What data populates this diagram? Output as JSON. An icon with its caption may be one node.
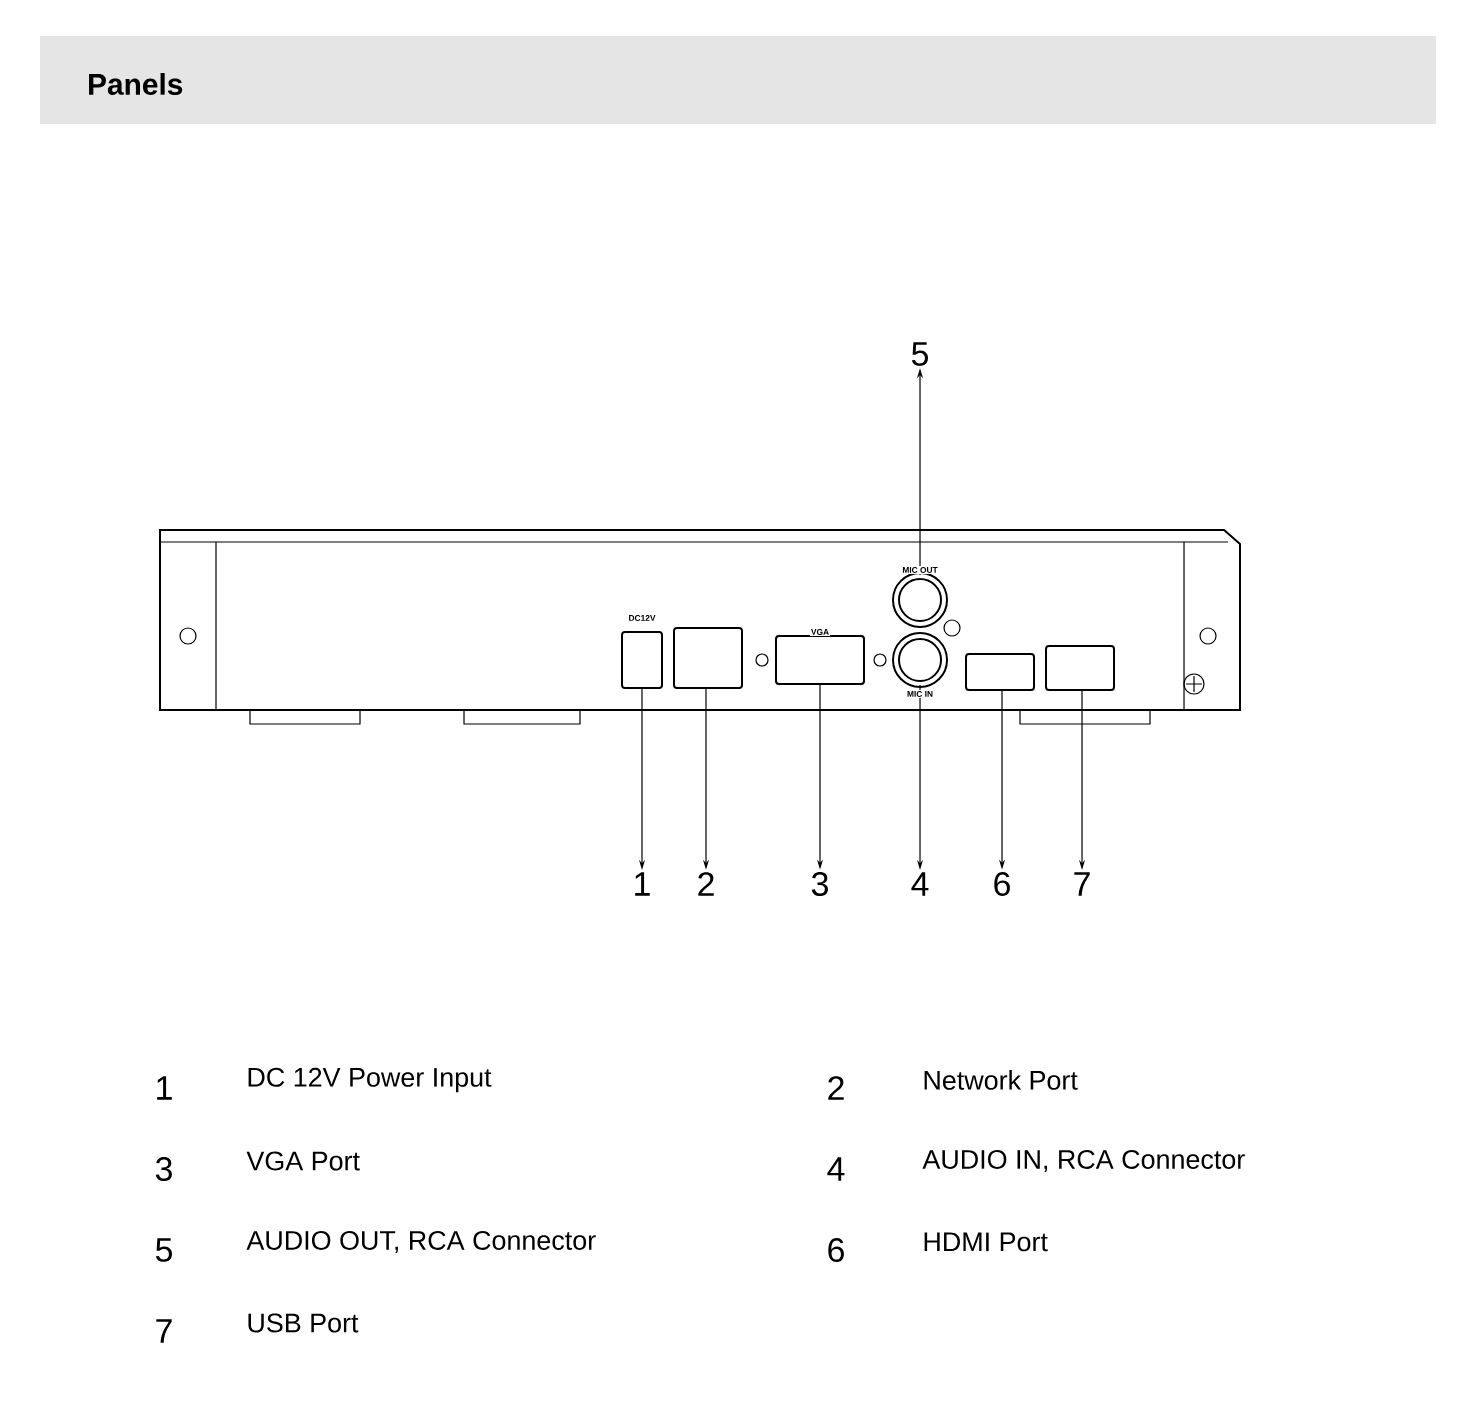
{
  "diagram": {
    "title": "Panels",
    "nodes": [
      {
        "text": [
          "5"
        ]
      },
      {
        "text": [],
        "shape": "box"
      },
      {
        "text": [],
        "shape": "box"
      },
      {
        "text": [],
        "shape": "box"
      },
      {
        "text": [],
        "shape": "circle"
      },
      {
        "text": [],
        "shape": "circle"
      },
      {
        "text": [],
        "shape": "box"
      },
      {
        "text": [],
        "shape": "box"
      },
      {
        "text": [
          "1"
        ]
      },
      {
        "text": [
          "2"
        ]
      },
      {
        "text": [
          "3"
        ]
      },
      {
        "text": [
          "4"
        ]
      },
      {
        "text": [
          "6"
        ]
      },
      {
        "text": [
          "7"
        ]
      }
    ],
    "edges": [
      {
        "from": 4,
        "to": 0,
        "arrow": "to"
      },
      {
        "from": 1,
        "to": 8,
        "arrow": "to"
      },
      {
        "from": 2,
        "to": 9,
        "arrow": "to"
      },
      {
        "from": 3,
        "to": 10,
        "arrow": "to"
      },
      {
        "from": 5,
        "to": 11,
        "arrow": "to"
      },
      {
        "from": 6,
        "to": 12,
        "arrow": "to"
      },
      {
        "from": 7,
        "to": 13,
        "arrow": "to"
      }
    ],
    "labels": [
      "MIC OUT",
      "DC12V",
      "VGA",
      "MIC IN",
      "1",
      "DC 12V Power Input",
      "2",
      "Network Port",
      "3",
      "VGA Port",
      "4",
      "AUDIO IN, RCA Connector",
      "5",
      "AUDIO OUT, RCA Connector",
      "6",
      "HDMI Port",
      "7",
      "USB Port"
    ]
  }
}
